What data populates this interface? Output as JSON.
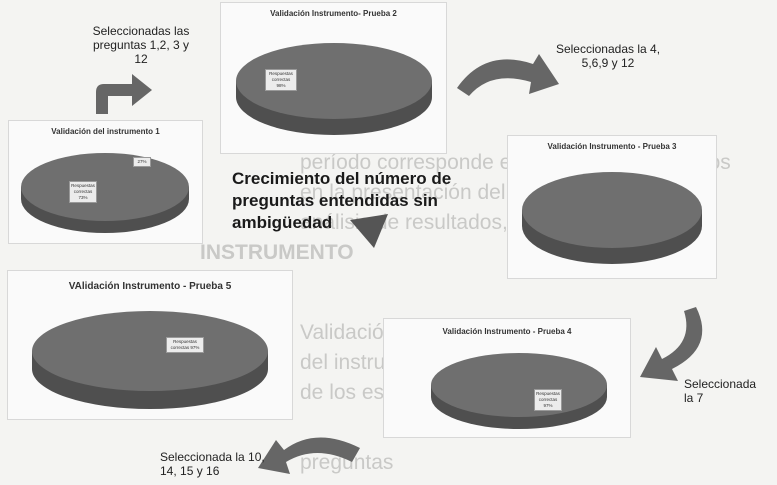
{
  "background_text": {
    "line1": "período corresponde en el que se analizan los",
    "line2": "en la presentación del instrumento para",
    "line3": "análisis de resultados, se observa como",
    "line4": "INSTRUMENTO",
    "line5": "Validación",
    "line6": "del instrumento",
    "line7": "de los estudiantes",
    "line8": "preguntas"
  },
  "center_title": "Crecimiento del número de preguntas entendidas sin ambigüedad",
  "panels": {
    "p1": {
      "title": "Validación del instrumento 1",
      "label": "Respuestas correctas 73%",
      "small": "27%"
    },
    "p2": {
      "title": "Validación Instrumento- Prueba 2",
      "label": "Respuestas correctas 98%"
    },
    "p3": {
      "title": "Validación Instrumento - Prueba 3"
    },
    "p4": {
      "title": "Validación Instrumento - Prueba 4",
      "label": "Respuestas correctas 97%"
    },
    "p5": {
      "title": "VAlidación Instrumento - Prueba 5",
      "label": "Respuestas correctas 97%"
    }
  },
  "notes": {
    "n1": "Seleccionadas las preguntas 1,2, 3 y 12",
    "n2": "Seleccionadas la 4, 5,6,9 y 12",
    "n3": "Seleccionada la 7",
    "n4": "Seleccionada la 10, 14, 15 y 16"
  },
  "colors": {
    "disc_top": "#6f6f6f",
    "disc_side": "#4f4f4f",
    "arrow": "#666666"
  }
}
